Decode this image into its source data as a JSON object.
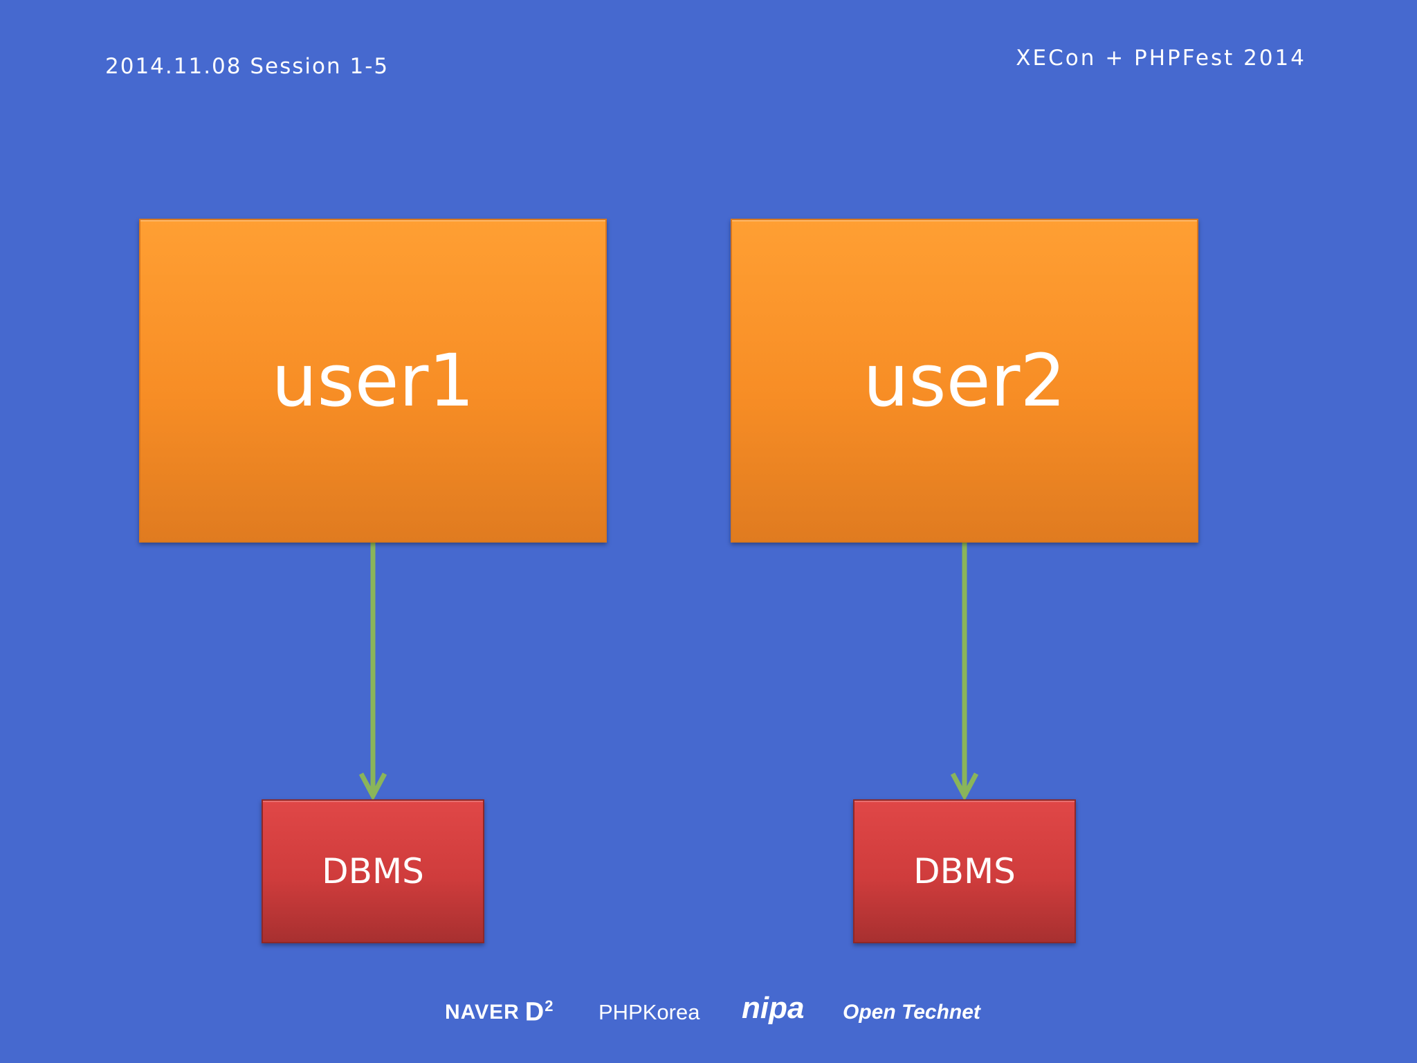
{
  "header": {
    "session": "2014.11.08 Session 1-5",
    "event": "XECon + PHPFest 2014"
  },
  "diagram": {
    "nodes": [
      {
        "id": "user1",
        "label": "user1",
        "kind": "user"
      },
      {
        "id": "user2",
        "label": "user2",
        "kind": "user"
      },
      {
        "id": "dbms1",
        "label": "DBMS",
        "kind": "dbms"
      },
      {
        "id": "dbms2",
        "label": "DBMS",
        "kind": "dbms"
      }
    ],
    "edges": [
      {
        "from": "user1",
        "to": "dbms1"
      },
      {
        "from": "user2",
        "to": "dbms2"
      }
    ]
  },
  "footer": {
    "logos": {
      "naver": "NAVER",
      "d2": "D",
      "d2_sup": "2",
      "phpkorea": "PHPKorea",
      "nipa": "nipa",
      "opentech": "Open Technet"
    }
  },
  "colors": {
    "background": "#4669cf",
    "user_box": "#f78d25",
    "dbms_box": "#cf3c3c",
    "arrow": "#8ab55a",
    "text": "#ffffff"
  }
}
